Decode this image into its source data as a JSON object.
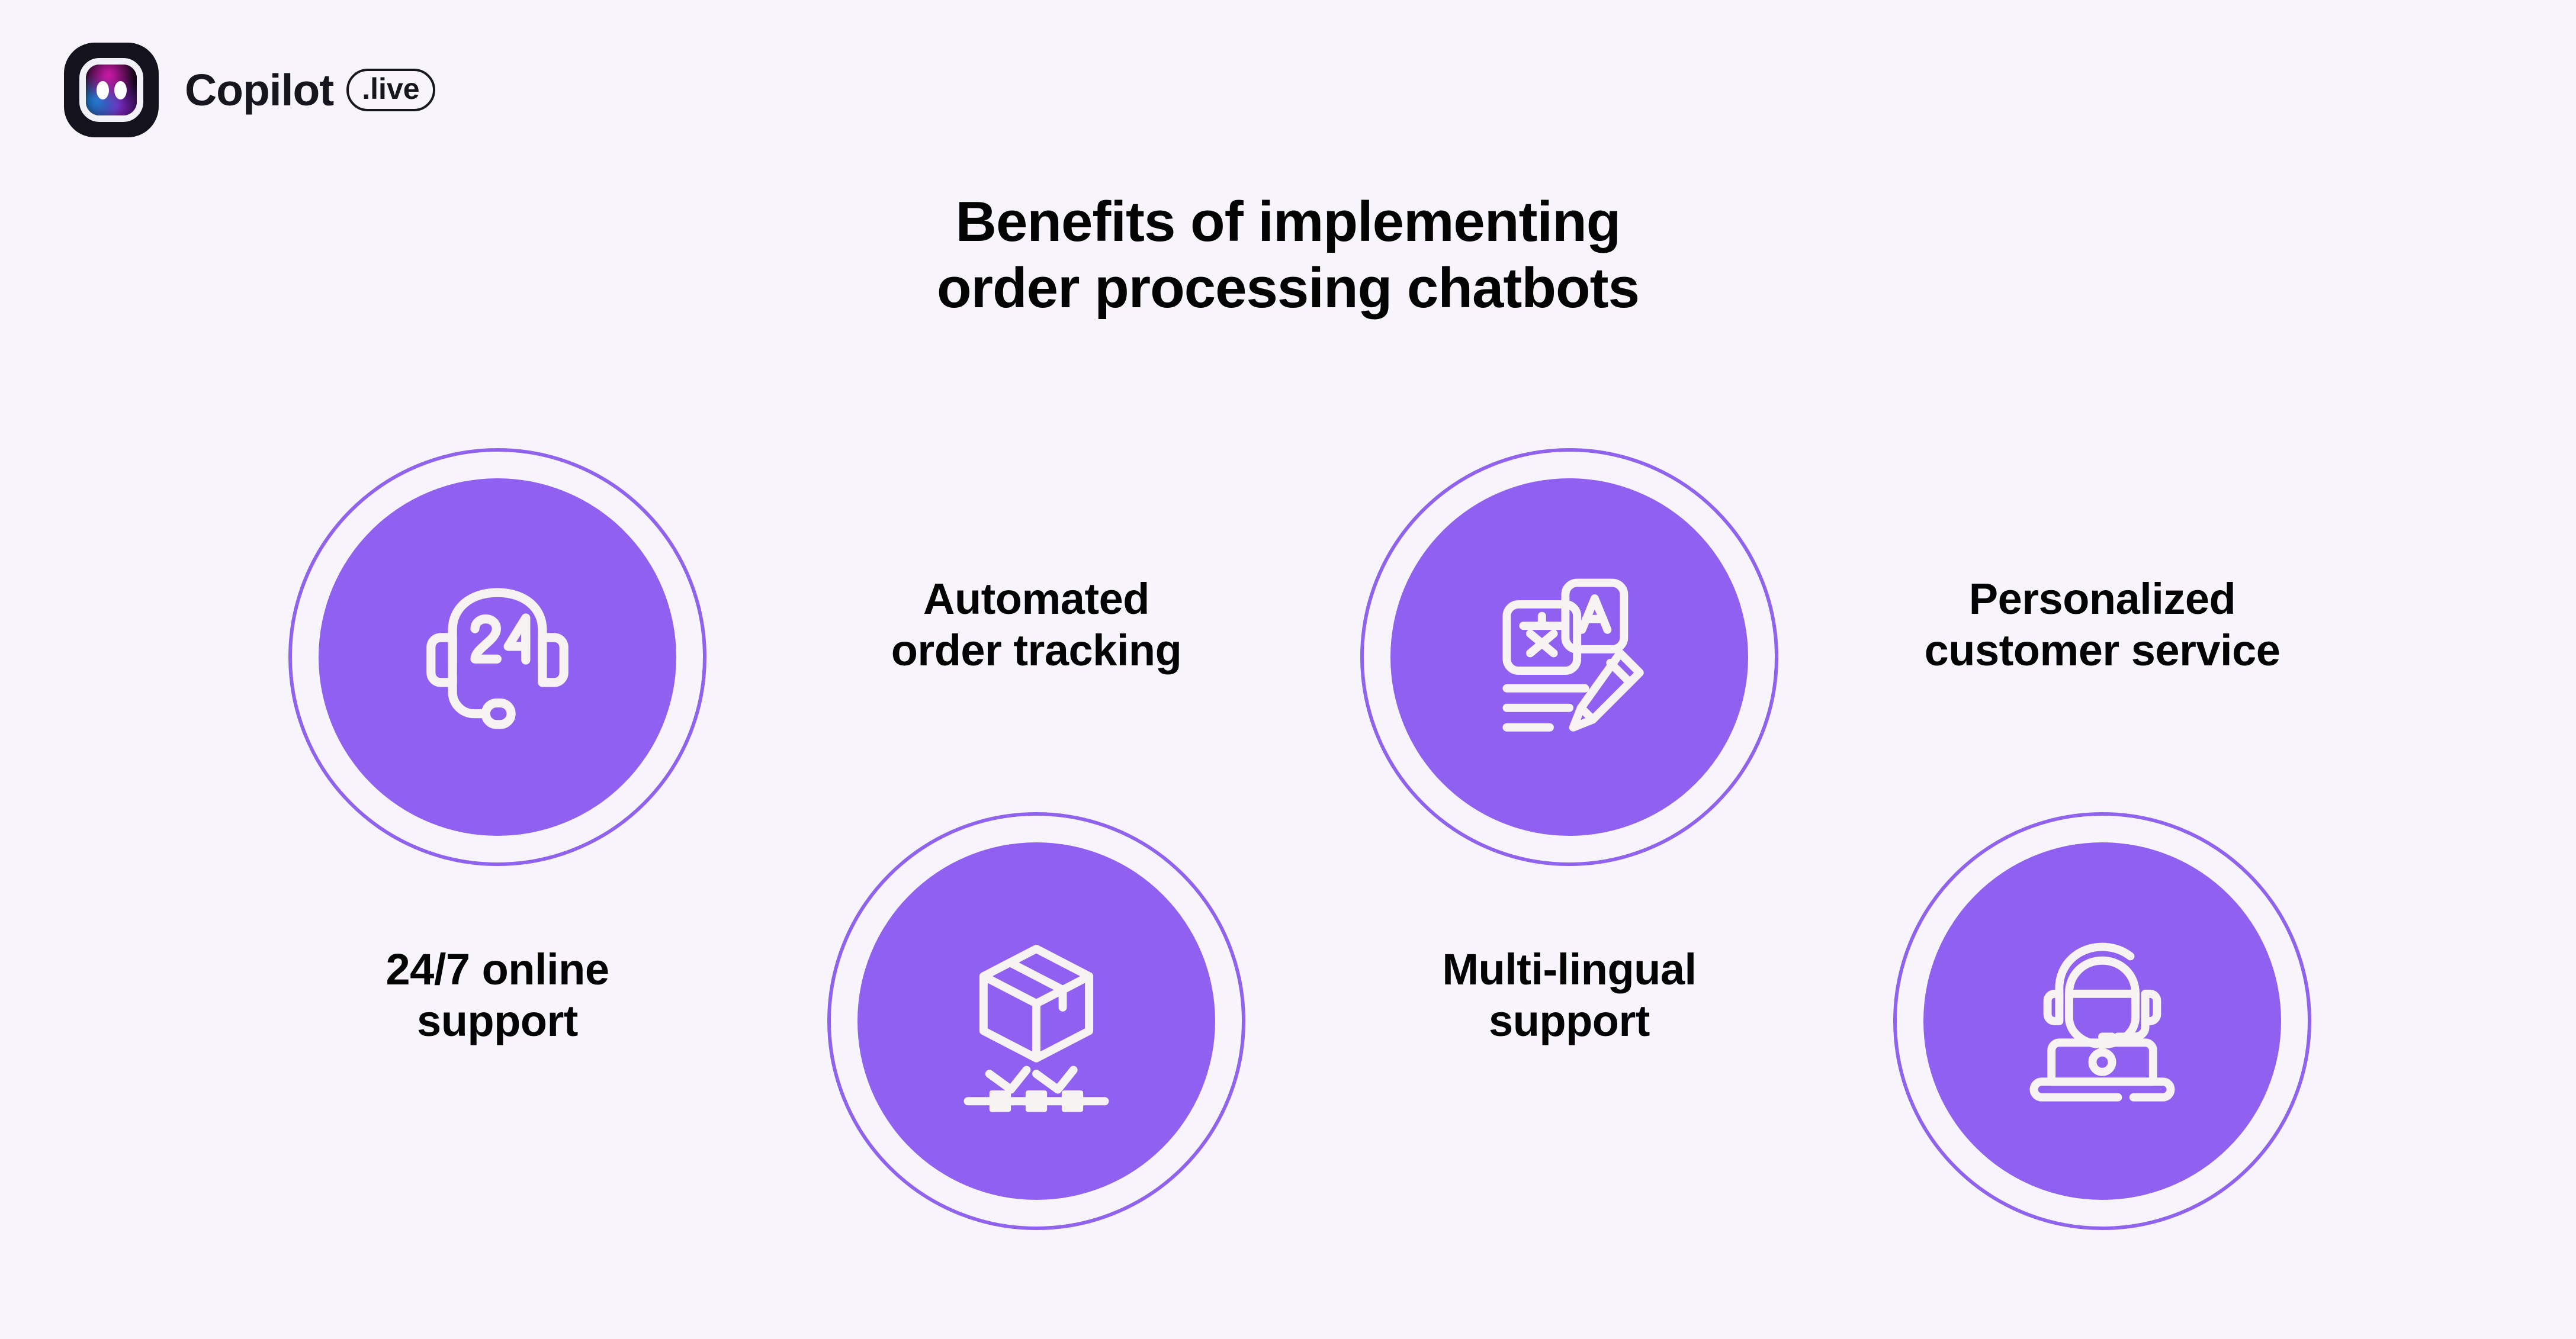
{
  "background_color": "#f7f5fb",
  "accent_color": "#9061f0",
  "ring_color": "#9063ee",
  "text_color": "#040404",
  "brand": {
    "name": "Copilot",
    "badge": ".live",
    "logo_icon": "copilot-logo-icon",
    "logo_dark_color": "#14121c"
  },
  "title": {
    "line1": "Benefits of implementing",
    "line2": "order processing chatbots"
  },
  "benefits": [
    {
      "id": "24-7-online-support",
      "icon": "headset-24-icon",
      "label_line1": "24/7 online",
      "label_line2": "support",
      "label_position": "below"
    },
    {
      "id": "automated-order-tracking",
      "icon": "package-tracking-icon",
      "label_line1": "Automated",
      "label_line2": "order tracking",
      "label_position": "above"
    },
    {
      "id": "multi-lingual-support",
      "icon": "translate-pencil-icon",
      "label_line1": "Multi-lingual",
      "label_line2": "support",
      "label_position": "below"
    },
    {
      "id": "personalized-customer-service",
      "icon": "agent-laptop-icon",
      "label_line1": "Personalized",
      "label_line2": "customer service",
      "label_position": "above"
    }
  ]
}
